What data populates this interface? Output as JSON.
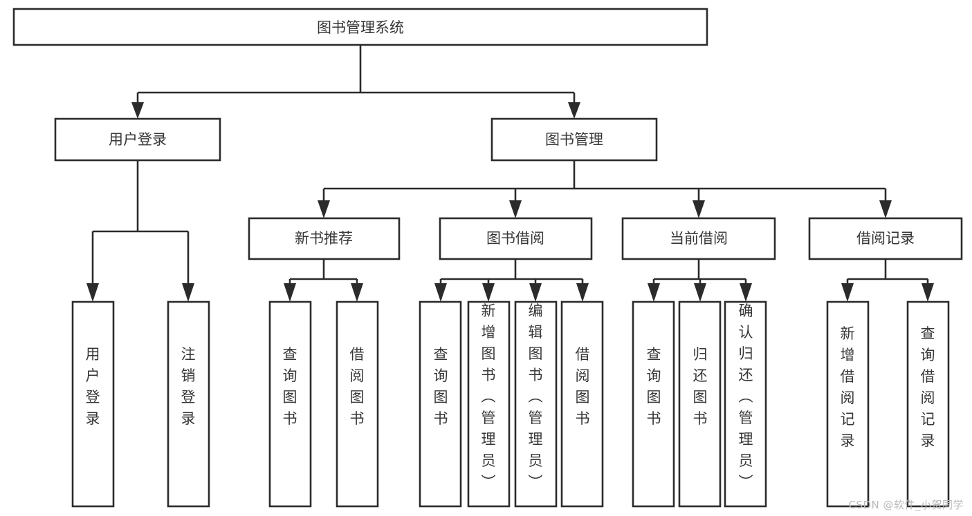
{
  "diagram": {
    "type": "tree",
    "title": "图书管理系统",
    "watermark": "CSDN @软件_小贺同学",
    "colors": {
      "box_stroke": "#2b2b2b",
      "box_fill": "#ffffff",
      "text": "#363636",
      "background": "#ffffff",
      "watermark": "#b9b9b9"
    },
    "nodes": {
      "root": {
        "label": "图书管理系统"
      },
      "level2": [
        {
          "label": "用户登录"
        },
        {
          "label": "图书管理"
        }
      ],
      "level3": [
        {
          "label": "新书推荐"
        },
        {
          "label": "图书借阅"
        },
        {
          "label": "当前借阅"
        },
        {
          "label": "借阅记录"
        }
      ],
      "leaves": {
        "user_login": [
          {
            "label": "用户登录"
          },
          {
            "label": "注销登录"
          }
        ],
        "new_book": [
          {
            "label": "查询图书"
          },
          {
            "label": "借阅图书"
          }
        ],
        "book_borrow": [
          {
            "label": "查询图书"
          },
          {
            "label": "新增图书（管理员）"
          },
          {
            "label": "编辑图书（管理员）"
          },
          {
            "label": "借阅图书"
          }
        ],
        "current_borrow": [
          {
            "label": "查询图书"
          },
          {
            "label": "归还图书"
          },
          {
            "label": "确认归还（管理员）"
          }
        ],
        "borrow_record": [
          {
            "label": "新增借阅记录"
          },
          {
            "label": "查询借阅记录"
          }
        ]
      }
    }
  }
}
